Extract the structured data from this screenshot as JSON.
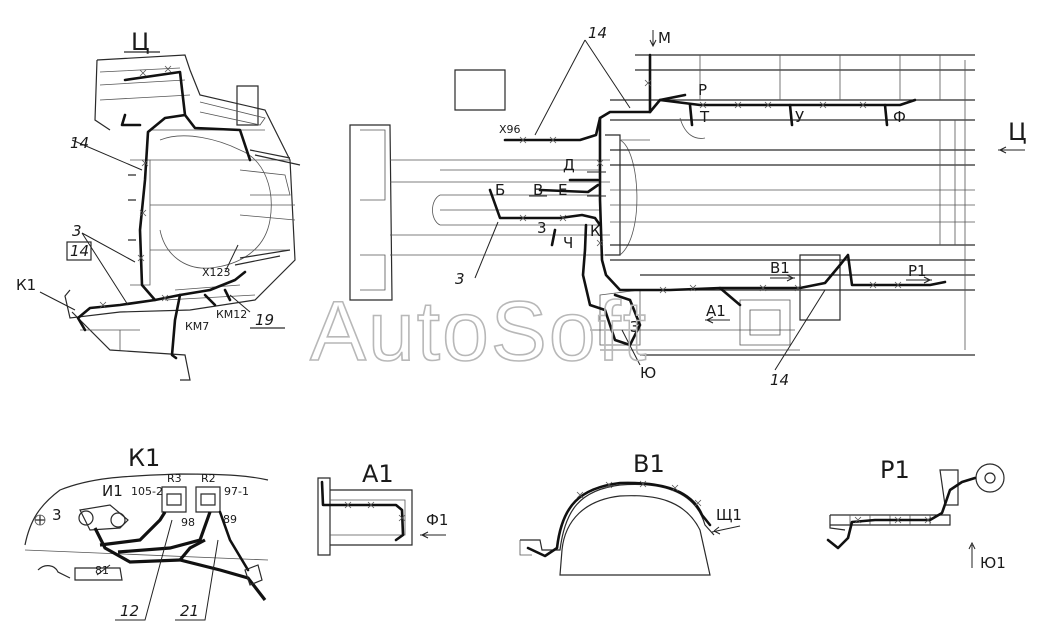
{
  "watermark": "AutoSoft",
  "colors": {
    "line": "#111111",
    "watermark": "#b8b8b8",
    "background": "#ffffff"
  },
  "left_view": {
    "view_letter": "Ц",
    "labels": {
      "l14a": "14",
      "l3": "3",
      "l14b": "14",
      "k1": "К1",
      "x123": "X123",
      "km7": "КМ7",
      "km12": "КМ12",
      "l19": "19"
    }
  },
  "main_view": {
    "labels": {
      "l14top": "14",
      "m": "М",
      "p": "Р",
      "t": "Т",
      "u": "У",
      "f": "Ф",
      "ts": "Ц",
      "x96": "X96",
      "d": "Д",
      "b": "Б",
      "v": "В",
      "e": "Е",
      "three_a": "3",
      "ch": "Ч",
      "k": "К",
      "three_b": "3",
      "v1": "В1",
      "p1": "Р1",
      "a1": "А1",
      "z": "З",
      "yu": "Ю",
      "l14bot": "14"
    }
  },
  "detail_k1": {
    "title": "К1",
    "labels": {
      "i1": "И1",
      "w1052": "105-2",
      "r3": "R3",
      "r2": "R2",
      "w971": "97-1",
      "n3": "3",
      "w98": "98",
      "w89": "89",
      "w81": "81",
      "n12": "12",
      "n21": "21"
    }
  },
  "detail_a1": {
    "title": "А1",
    "arrow_label": "Ф1"
  },
  "detail_v1": {
    "title": "В1",
    "arrow_label": "Щ1"
  },
  "detail_p1": {
    "title": "Р1",
    "arrow_label": "Ю1"
  }
}
